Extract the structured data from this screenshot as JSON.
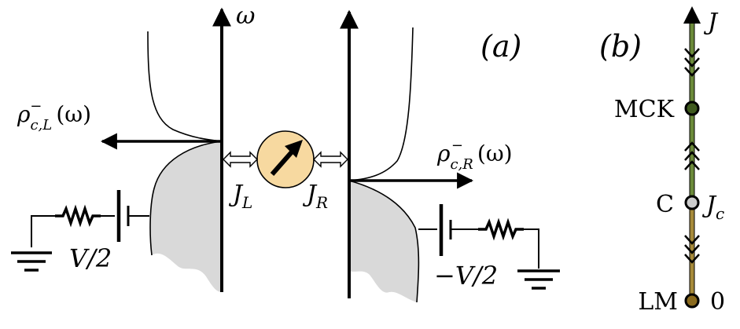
{
  "panel_a": {
    "tag": "(a)",
    "omega_label": "ω",
    "rho_left": {
      "base": "ρ",
      "sup": "−",
      "sub": "c,L",
      "arg": "(ω)"
    },
    "rho_right": {
      "base": "ρ",
      "sup": "−",
      "sub": "c,R",
      "arg": "(ω)"
    },
    "coupling_left": {
      "base": "J",
      "sub": "L"
    },
    "coupling_right": {
      "base": "J",
      "sub": "R"
    },
    "bias_left": "V/2",
    "bias_right": "−V/2"
  },
  "panel_b": {
    "tag": "(b)",
    "axis_label": "J",
    "fixed_points": [
      {
        "name": "MCK",
        "value": ""
      },
      {
        "name": "C",
        "value": "J_c"
      },
      {
        "name": "LM",
        "value": "0"
      }
    ],
    "jc_label": {
      "base": "J",
      "sub": "c"
    }
  },
  "colors": {
    "upper_line": "#6b8a3a",
    "lower_line": "#a68a3a",
    "impurity_fill": "#f7d9a0",
    "reservoir_fill": "#d9d9d9",
    "ink": "#000000",
    "mid_point_fill": "#cccccc"
  }
}
